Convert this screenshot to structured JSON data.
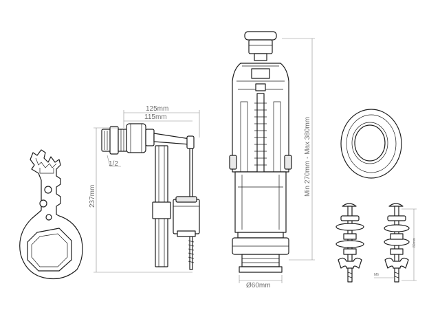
{
  "dimensions": {
    "width_125": "125mm",
    "width_115": "115mm",
    "height_237": "237mm",
    "thread_size": "1/2",
    "height_range": "Min 270mm - Max 380mm",
    "diameter": "Ø60mm",
    "bolt_thread": "M6",
    "bolt_length": "80mm"
  },
  "colors": {
    "line": "#1c1c1c",
    "dimension": "#8a8a8a"
  }
}
